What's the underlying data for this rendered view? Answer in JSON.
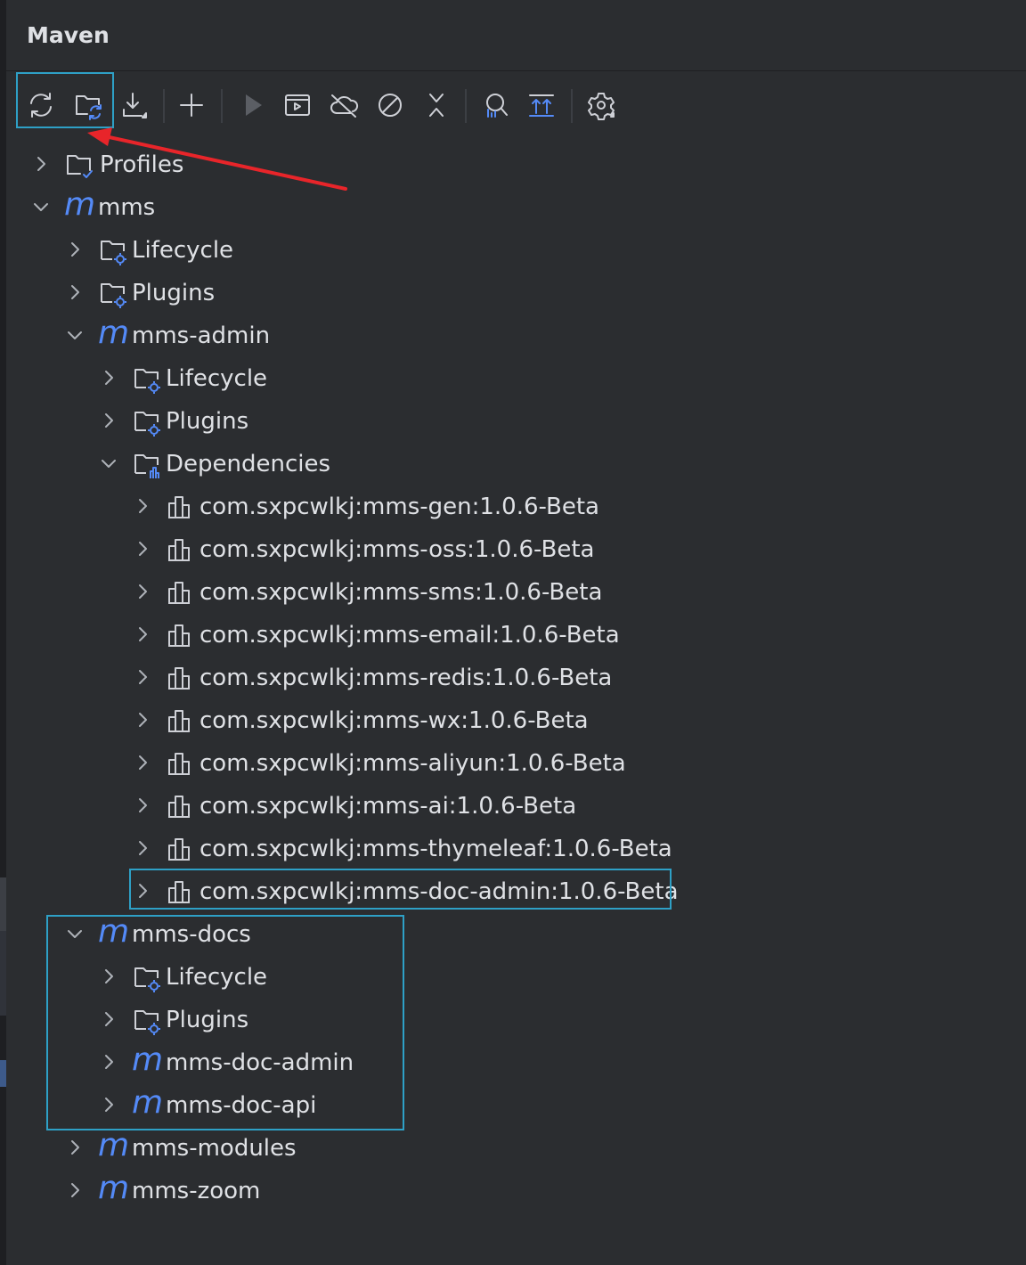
{
  "panel": {
    "title": "Maven"
  },
  "toolbar": {
    "buttons": [
      {
        "name": "reload-all-button",
        "icon": "reload-icon"
      },
      {
        "name": "generate-sources-button",
        "icon": "folder-reload-icon"
      },
      {
        "name": "download-button",
        "icon": "download-icon"
      },
      {
        "name": "add-project-button",
        "icon": "plus-icon"
      },
      {
        "name": "run-button",
        "icon": "play-icon"
      },
      {
        "name": "execute-goal-button",
        "icon": "console-icon"
      },
      {
        "name": "offline-mode-button",
        "icon": "cloud-off-icon"
      },
      {
        "name": "skip-tests-button",
        "icon": "no-entry-icon"
      },
      {
        "name": "collapse-all-button",
        "icon": "collapse-icon"
      },
      {
        "name": "analyze-dependencies-button",
        "icon": "analyze-icon"
      },
      {
        "name": "expand-all-button",
        "icon": "expand-icon"
      },
      {
        "name": "settings-button",
        "icon": "gear-icon"
      }
    ]
  },
  "tree": {
    "profiles": "Profiles",
    "mms": "mms",
    "mms_lifecycle": "Lifecycle",
    "mms_plugins": "Plugins",
    "mms_admin": "mms-admin",
    "admin_lifecycle": "Lifecycle",
    "admin_plugins": "Plugins",
    "admin_dependencies": "Dependencies",
    "dependencies": [
      "com.sxpcwlkj:mms-gen:1.0.6-Beta",
      "com.sxpcwlkj:mms-oss:1.0.6-Beta",
      "com.sxpcwlkj:mms-sms:1.0.6-Beta",
      "com.sxpcwlkj:mms-email:1.0.6-Beta",
      "com.sxpcwlkj:mms-redis:1.0.6-Beta",
      "com.sxpcwlkj:mms-wx:1.0.6-Beta",
      "com.sxpcwlkj:mms-aliyun:1.0.6-Beta",
      "com.sxpcwlkj:mms-ai:1.0.6-Beta",
      "com.sxpcwlkj:mms-thymeleaf:1.0.6-Beta",
      "com.sxpcwlkj:mms-doc-admin:1.0.6-Beta"
    ],
    "mms_docs": "mms-docs",
    "docs_lifecycle": "Lifecycle",
    "docs_plugins": "Plugins",
    "docs_admin": "mms-doc-admin",
    "docs_api": "mms-doc-api",
    "mms_modules": "mms-modules",
    "mms_zoom": "mms-zoom"
  },
  "colors": {
    "background": "#2b2d30",
    "text": "#dfe1e5",
    "maven_blue": "#548af7",
    "highlight_box": "#2ea0c6",
    "annotation_arrow": "#e8252a"
  }
}
